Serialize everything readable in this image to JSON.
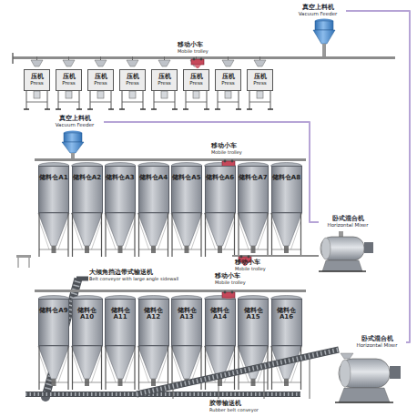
{
  "diagram": {
    "nodes": [
      {
        "text": [
          "真空上料机",
          "Vacuum Feeder"
        ]
      },
      {
        "text": [
          "压机",
          "Press"
        ]
      },
      {
        "text": [
          "压机",
          "Press"
        ]
      },
      {
        "text": [
          "压机",
          "Press"
        ]
      },
      {
        "text": [
          "压机",
          "Press"
        ]
      },
      {
        "text": [
          "压机",
          "Press"
        ]
      },
      {
        "text": [
          "压机",
          "Press"
        ]
      },
      {
        "text": [
          "压机",
          "Press"
        ]
      },
      {
        "text": [
          "压机",
          "Press"
        ]
      },
      {
        "text": [
          "真空上料机",
          "Vacuum Feeder"
        ]
      },
      {
        "text": [
          "储料仓A1"
        ]
      },
      {
        "text": [
          "储料仓A2"
        ]
      },
      {
        "text": [
          "储料仓A3"
        ]
      },
      {
        "text": [
          "储料仓A4"
        ]
      },
      {
        "text": [
          "储料仓A5"
        ]
      },
      {
        "text": [
          "储料仓A6"
        ]
      },
      {
        "text": [
          "储料仓A7"
        ]
      },
      {
        "text": [
          "储料仓A8"
        ]
      },
      {
        "text": [
          "卧式混合机",
          "Horizontal Mixer"
        ]
      },
      {
        "text": [
          "储料仓A9"
        ]
      },
      {
        "text": [
          "储料仓A10"
        ]
      },
      {
        "text": [
          "储料仓A11"
        ]
      },
      {
        "text": [
          "储料仓A12"
        ]
      },
      {
        "text": [
          "储料仓A13"
        ]
      },
      {
        "text": [
          "储料仓A14"
        ]
      },
      {
        "text": [
          "储料仓A15"
        ]
      },
      {
        "text": [
          "储料仓A16"
        ]
      },
      {
        "text": [
          "卧式混合机",
          "Horizontal Mixer"
        ]
      }
    ],
    "edges": [
      {
        "from": 27,
        "to": 0,
        "arrow": "none"
      },
      {
        "from": 18,
        "to": 9,
        "arrow": "none"
      }
    ],
    "labels": [
      "移动小车",
      "Mobile trolley",
      "移动小车",
      "Mobile trolley",
      "移动小车",
      "Mobile trolley",
      "大倾角挡边带式输送机",
      "Belt conveyor with large angle sidewall",
      "移动小车",
      "Mobile trolley",
      "胶带输送机",
      "Rubber belt conveyor"
    ]
  }
}
